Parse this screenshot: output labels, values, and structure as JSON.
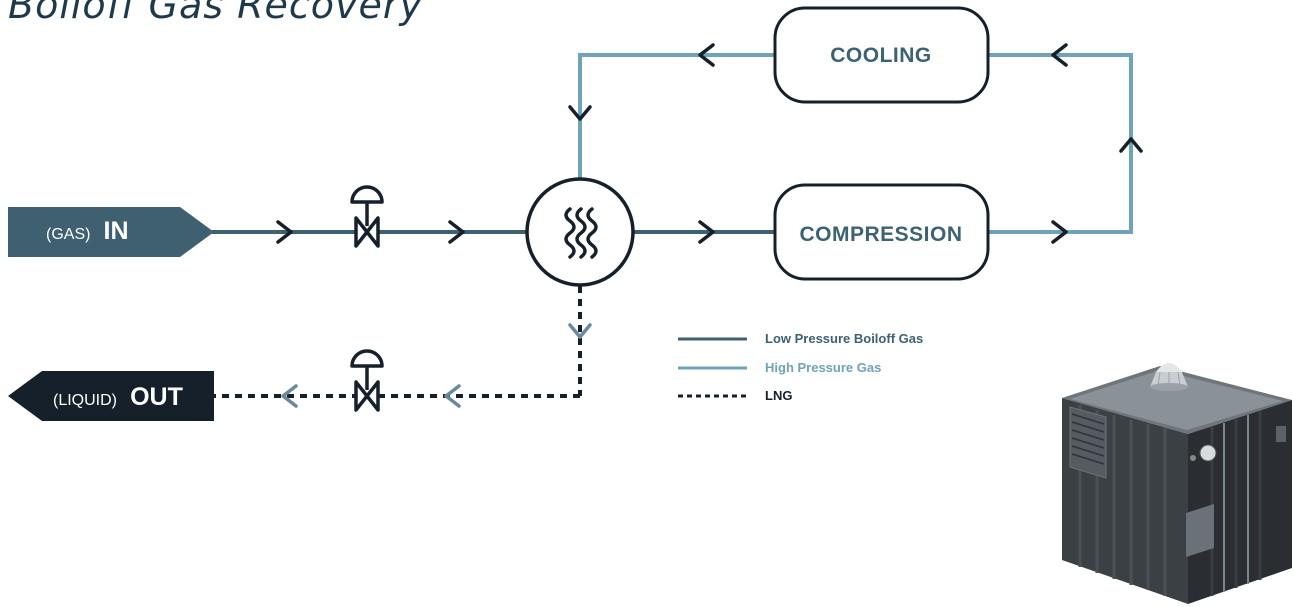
{
  "title": "Boiloff Gas Recovery",
  "colors": {
    "low_pressure": "#3e6070",
    "high_pressure": "#6fa3b7",
    "lng": "#15202b",
    "in_tag": "#3e6070",
    "out_tag": "#15202b",
    "box_stroke": "#15202b",
    "box_text": "#3d6274"
  },
  "nodes": {
    "cooling": "COOLING",
    "compression": "COMPRESSION",
    "heat_exchanger": "heat-exchanger-icon",
    "valve": "control-valve-icon"
  },
  "terminals": {
    "in": {
      "prefix": "(GAS)",
      "label": "IN"
    },
    "out": {
      "prefix": "(LIQUID)",
      "label": "OUT"
    }
  },
  "legend": [
    {
      "label": "Low Pressure Boiloff Gas",
      "color": "#3e6070",
      "style": "solid"
    },
    {
      "label": "High Pressure Gas",
      "color": "#6fa3b7",
      "style": "solid"
    },
    {
      "label": "LNG",
      "color": "#15202b",
      "style": "dotted"
    }
  ],
  "image": {
    "name": "container-unit-image"
  }
}
